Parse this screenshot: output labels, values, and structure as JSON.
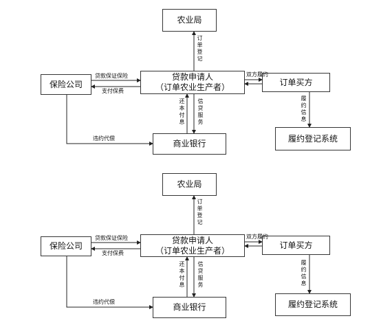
{
  "diagrams": [
    {
      "nodes": {
        "agri_bureau": "农业局",
        "applicant_line1": "贷款申请人",
        "applicant_line2": "（订单农业生产者）",
        "insurance": "保险公司",
        "buyer": "订单买方",
        "bank": "商业银行",
        "registry": "履约登记系统"
      },
      "edges": {
        "order_registration": "订单登记",
        "loan_guarantee_insurance": "贷款保证保险",
        "pay_premium": "支付保费",
        "both_parties_perform": "双方履约",
        "performance_info": "履约信息",
        "repay_principal_interest": "还本付息",
        "credit_service": "信贷服务",
        "default_compensation": "违约代偿"
      }
    },
    {
      "nodes": {
        "agri_bureau": "农业局",
        "applicant_line1": "贷款申请人",
        "applicant_line2": "（订单农业生产者）",
        "insurance": "保险公司",
        "buyer": "订单买方",
        "bank": "商业银行",
        "registry": "履约登记系统"
      },
      "edges": {
        "order_registration": "订单登记",
        "loan_guarantee_insurance": "贷款保证保险",
        "pay_premium": "支付保费",
        "both_parties_perform": "双方履约",
        "performance_info": "履约信息",
        "repay_principal_interest": "还本付息",
        "credit_service": "信贷服务",
        "default_compensation": "违约代偿"
      }
    }
  ]
}
